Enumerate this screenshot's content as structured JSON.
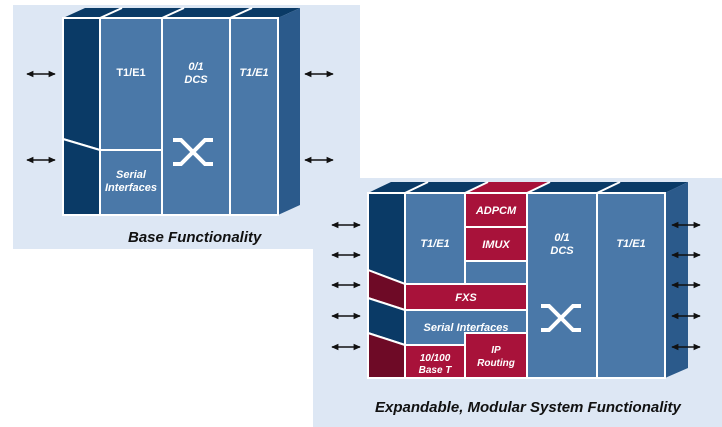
{
  "base_system": {
    "caption": "Base Functionality",
    "modules": {
      "t1e1_left": "T1/E1",
      "dcs": [
        "0/1",
        "DCS"
      ],
      "t1e1_right": "T1/E1",
      "serial": [
        "Serial",
        "Interfaces"
      ]
    }
  },
  "modular_system": {
    "caption": "Expandable, Modular System Functionality",
    "modules": {
      "t1e1_left": "T1/E1",
      "adpcm": "ADPCM",
      "imux": "IMUX",
      "dcs": [
        "0/1",
        "DCS"
      ],
      "t1e1_right": "T1/E1",
      "fxs": "FXS",
      "serial": "Serial Interfaces",
      "ethernet": [
        "10/100",
        "Base T"
      ],
      "ip_routing": [
        "IP",
        "Routing"
      ]
    }
  },
  "colors": {
    "panel_background": "#dde7f4",
    "module_blue": "#4a78a8",
    "module_dark_blue": "#0a3a66",
    "module_red": "#a8123a",
    "module_dark_red": "#6e0a26",
    "outline": "#ffffff"
  },
  "icons": [
    "bidirectional-arrow-icon",
    "crossconnect-switch-icon"
  ]
}
